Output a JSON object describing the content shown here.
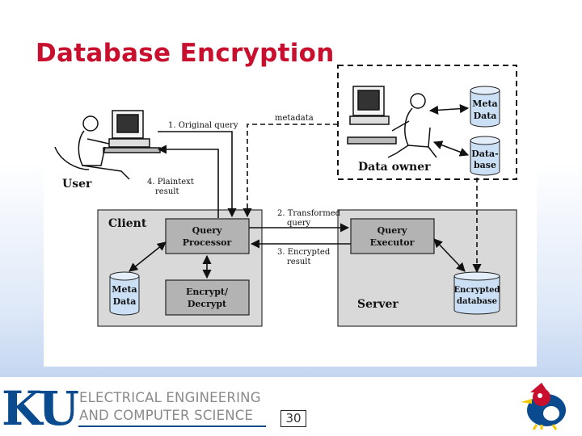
{
  "slide": {
    "title": "Database Encryption",
    "page_number": "30"
  },
  "footer": {
    "logo_text": "KU",
    "dept_line1": "ELECTRICAL ENGINEERING",
    "dept_line2": "AND COMPUTER SCIENCE",
    "colors": {
      "brand_blue": "#0a4b8f",
      "dept_gray": "#8a8a8a",
      "title_red": "#c8102e"
    }
  },
  "diagram": {
    "user_label": "User",
    "data_owner_label": "Data owner",
    "metadata_db": [
      "Meta",
      "Data"
    ],
    "owner_db": [
      "Data-",
      "base"
    ],
    "client_label": "Client",
    "query_processor": [
      "Query",
      "Processor"
    ],
    "encrypt_decrypt": [
      "Encrypt/",
      "Decrypt"
    ],
    "client_meta_db": [
      "Meta",
      "Data"
    ],
    "server_label": "Server",
    "query_executor": [
      "Query",
      "Executor"
    ],
    "encrypted_db": [
      "Encrypted",
      "database"
    ],
    "edge_original_query": "1. Original query",
    "edge_metadata": "metadata",
    "edge_plaintext": [
      "4. Plaintext",
      "result"
    ],
    "edge_transformed": [
      "2. Transformed",
      "query"
    ],
    "edge_encrypted_result": [
      "3. Encrypted",
      "result"
    ]
  }
}
